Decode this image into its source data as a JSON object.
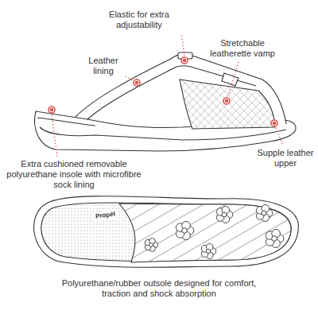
{
  "diagram": {
    "labels": [
      "Elastic for extra adjustability",
      "Leather lining",
      "Stretchable leatherette vamp",
      "Extra cushioned removable polyurethane insole with microfibre sock lining",
      "Supple leather upper",
      "Propét",
      "Polyurethane/rubber outsole designed for comfort, traction and shock absorption"
    ]
  }
}
